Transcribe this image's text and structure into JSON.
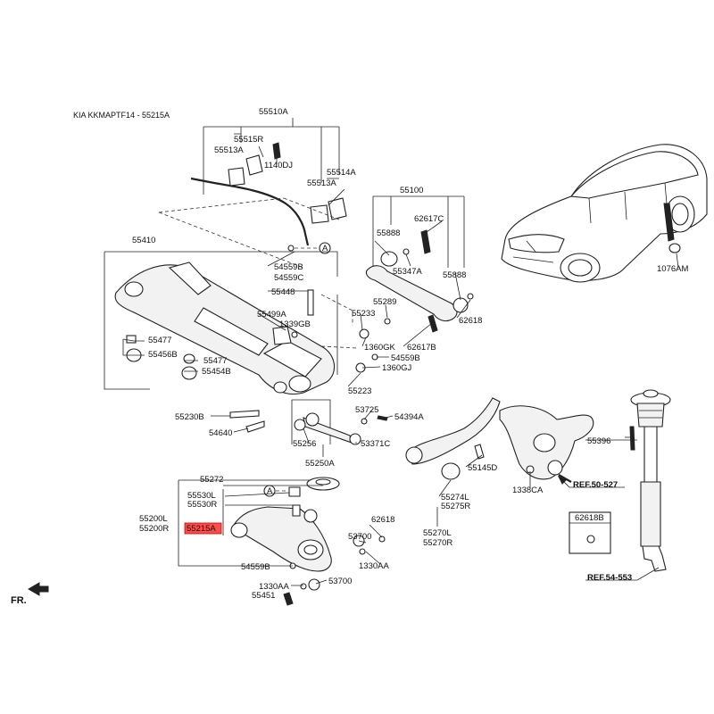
{
  "header": {
    "title": "KIA KKMAPTF14 - 55215A"
  },
  "direction": {
    "label": "FR."
  },
  "callouts": [
    {
      "id": "55510A",
      "label": "55510A"
    },
    {
      "id": "55515R",
      "label": "55515R"
    },
    {
      "id": "55513A-top",
      "label": "55513A"
    },
    {
      "id": "1140DJ",
      "label": "1140DJ"
    },
    {
      "id": "55514A",
      "label": "55514A"
    },
    {
      "id": "55513A-right",
      "label": "55513A"
    },
    {
      "id": "54559B-top",
      "label": "54559B"
    },
    {
      "id": "54559C",
      "label": "54559C"
    },
    {
      "id": "55410",
      "label": "55410"
    },
    {
      "id": "55448",
      "label": "55448"
    },
    {
      "id": "55499A",
      "label": "55499A"
    },
    {
      "id": "1339GB",
      "label": "1339GB"
    },
    {
      "id": "55477-left",
      "label": "55477"
    },
    {
      "id": "55456B",
      "label": "55456B"
    },
    {
      "id": "55477-right",
      "label": "55477"
    },
    {
      "id": "55454B",
      "label": "55454B"
    },
    {
      "id": "55100",
      "label": "55100"
    },
    {
      "id": "62617C",
      "label": "62617C"
    },
    {
      "id": "55888-left",
      "label": "55888"
    },
    {
      "id": "55347A",
      "label": "55347A"
    },
    {
      "id": "55888-right",
      "label": "55888"
    },
    {
      "id": "55289",
      "label": "55289"
    },
    {
      "id": "62618-top",
      "label": "62618"
    },
    {
      "id": "55233",
      "label": "55233"
    },
    {
      "id": "62617B",
      "label": "62617B"
    },
    {
      "id": "1360GK",
      "label": "1360GK"
    },
    {
      "id": "54559B-mid",
      "label": "54559B"
    },
    {
      "id": "1360GJ",
      "label": "1360GJ"
    },
    {
      "id": "55223",
      "label": "55223"
    },
    {
      "id": "1076AM",
      "label": "1076AM"
    },
    {
      "id": "55230B",
      "label": "55230B"
    },
    {
      "id": "54640",
      "label": "54640"
    },
    {
      "id": "53725",
      "label": "53725"
    },
    {
      "id": "54394A",
      "label": "54394A"
    },
    {
      "id": "55256",
      "label": "55256"
    },
    {
      "id": "53371C",
      "label": "53371C"
    },
    {
      "id": "55250A",
      "label": "55250A"
    },
    {
      "id": "55396",
      "label": "55396"
    },
    {
      "id": "55145D",
      "label": "55145D"
    },
    {
      "id": "1338CA",
      "label": "1338CA"
    },
    {
      "id": "55272",
      "label": "55272"
    },
    {
      "id": "55530L",
      "label": "55530L"
    },
    {
      "id": "55530R",
      "label": "55530R"
    },
    {
      "id": "55200L",
      "label": "55200L"
    },
    {
      "id": "55200R",
      "label": "55200R"
    },
    {
      "id": "55215A",
      "label": "55215A",
      "highlighted": true
    },
    {
      "id": "62618-mid",
      "label": "62618"
    },
    {
      "id": "53700-mid",
      "label": "53700"
    },
    {
      "id": "1330AA-mid",
      "label": "1330AA"
    },
    {
      "id": "54559B-bottom",
      "label": "54559B"
    },
    {
      "id": "1330AA-bottom",
      "label": "1330AA"
    },
    {
      "id": "53700-bottom",
      "label": "53700"
    },
    {
      "id": "55451",
      "label": "55451"
    },
    {
      "id": "55274L",
      "label": "55274L"
    },
    {
      "id": "55275R",
      "label": "55275R"
    },
    {
      "id": "55270L",
      "label": "55270L"
    },
    {
      "id": "55270R",
      "label": "55270R"
    },
    {
      "id": "62618B",
      "label": "62618B"
    }
  ],
  "references": [
    {
      "id": "ref-50-527",
      "label": "REF.50-527"
    },
    {
      "id": "ref-54-553",
      "label": "REF.54-553"
    }
  ],
  "markers": [
    {
      "id": "marker-a-top",
      "label": "A"
    },
    {
      "id": "marker-a-bottom",
      "label": "A"
    }
  ],
  "colors": {
    "highlight": "#ff4d4d",
    "line": "#222222"
  }
}
